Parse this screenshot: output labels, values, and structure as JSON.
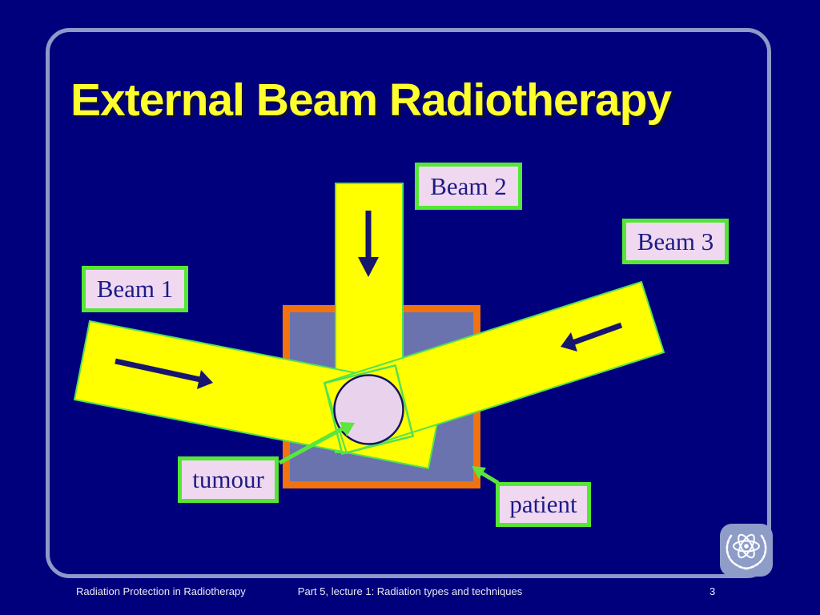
{
  "slide": {
    "title": "External Beam Radiotherapy"
  },
  "labels": {
    "beam1": "Beam 1",
    "beam2": "Beam 2",
    "beam3": "Beam 3",
    "tumour": "tumour",
    "patient": "patient"
  },
  "footer": {
    "left": "Radiation Protection in Radiotherapy",
    "center": "Part 5, lecture 1: Radiation types and techniques",
    "page": "3"
  },
  "icons": {
    "logo": "iaea-atom-wreath-logo",
    "beam_arrows": "navy-direction-arrows",
    "pointer_arrows": "green-callout-arrows"
  },
  "colors": {
    "background": "#00007d",
    "frame_border": "#8d9ac9",
    "title_text": "#ffff2e",
    "beam_yellow": "#ffff00",
    "beam_edge_green": "#52e152",
    "patient_fill": "#6a73ae",
    "patient_border_orange": "#f2720e",
    "tumour_fill": "#e9d2ec",
    "label_fill": "#f0d8f0",
    "label_border_green": "#55e636",
    "label_text_navy": "#1c1c86",
    "arrow_navy": "#16166e",
    "callout_green": "#5be63c",
    "footer_text": "#e9e9f5",
    "logo_bg": "#8e9cc8"
  }
}
